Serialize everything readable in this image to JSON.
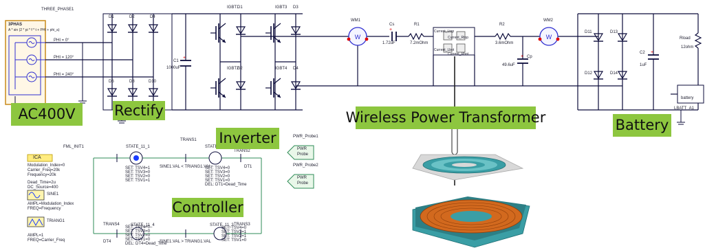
{
  "blocks": {
    "ac": "AC400V",
    "rectify": "Rectify",
    "inverter": "Inverter",
    "wpt": "Wireless Power Transformer",
    "battery": "Battery",
    "controller": "Controller"
  },
  "source": {
    "name": "THREE_PHASE1",
    "type": "3PHAS",
    "formula": "A * sin (2 * pi * f * t + PHI + phi_a)",
    "phases": [
      "PHI = 0°",
      "PHI = 120°",
      "PHI = 240°"
    ]
  },
  "components": {
    "diodes_top": [
      "D1",
      "D2",
      "D4"
    ],
    "diodes_bottom": [
      "D6",
      "D8",
      "D10"
    ],
    "cap1": {
      "name": "C1",
      "value": "1000uF"
    },
    "igbt_top": [
      "IGBT1",
      "IGBT3"
    ],
    "igbt_bottom": [
      "IGBT2",
      "IGBT4"
    ],
    "igbt_diodes": [
      "D1",
      "D3",
      "D2",
      "D4"
    ],
    "wm1": "WM1",
    "wm2": "WM2",
    "cs": {
      "name": "Cs",
      "value": "1.72uF"
    },
    "r1": {
      "name": "R1",
      "value": "7.2mOhm"
    },
    "r2": {
      "name": "R2",
      "value": "3.6mOhm"
    },
    "cp": {
      "name": "Cp",
      "value": "49.6uF"
    },
    "xfmr": [
      "Current_Ltop",
      "Current_Lbot",
      "Current_Rtop",
      "Current_Rbot"
    ],
    "bridge_diodes": [
      "D11",
      "D13",
      "D12",
      "D14"
    ],
    "c2": {
      "name": "C2",
      "value": "1uF"
    },
    "rload": {
      "name": "Rload",
      "value": "12ohm"
    },
    "batt": {
      "name": "LBATT_A1",
      "label": "battery"
    }
  },
  "controller": {
    "fml_name": "FML_INIT1",
    "ica": "ICA",
    "fml_text": [
      "Modulation_Index=0",
      "Carrier_Freq=20k",
      "Frequency=20k",
      "",
      "Dead_Time=2u",
      "DC_Source=400"
    ],
    "sine_name": "SINE1",
    "sine_params": [
      "AMPL=Modulation_Index",
      "FREQ=Frequency"
    ],
    "tri_name": "TRIANG1",
    "tri_params": [
      "AMPL=1",
      "FREQ=Carrier_Freq"
    ],
    "states": [
      "STATE_11_1",
      "STATE_11_2",
      "STATE_11_4",
      "STATE_11_3"
    ],
    "trans": [
      "TRANS1",
      "TRANS2",
      "TRANS4",
      "TRANS3"
    ],
    "dt": [
      "DT1",
      "DT4"
    ],
    "cond1": "SINE1.VAL < TRIANG1.VAL",
    "cond2": "SINE1.VAL > TRIANG1.VAL",
    "s1_actions": [
      "SET: TSV4=1",
      "SET: TSV3=0",
      "SET: TSV2=0",
      "SET: TSV1=1"
    ],
    "s2_actions": [
      "SET: TSV4=0",
      "SET: TSV3=0",
      "SET: TSV2=0",
      "SET: TSV1=0",
      "DEL: DT1=Dead_Time"
    ],
    "s4_actions": [
      "SET: TSV4=0",
      "SET: TSV3=0",
      "SET: TSV2=0",
      "SET: TSV1=0",
      "DEL: DT4=Dead_Time"
    ],
    "s3_actions": [
      "SET: TSV4=0",
      "SET: TSV3=1",
      "SET: TSV2=1",
      "SET: TSV1=0"
    ]
  },
  "probes": {
    "p1": "PWR_Probe1",
    "p2": "PWR_Probe2",
    "text": [
      "PWR",
      "Probe"
    ]
  },
  "colors": {
    "wire": "#0b0b3a",
    "block_green": "#8dc63f",
    "controller_green": "#2e8b57",
    "copper": "#d2691e",
    "teal": "#3a9ea5",
    "red_dot": "#e00000"
  }
}
